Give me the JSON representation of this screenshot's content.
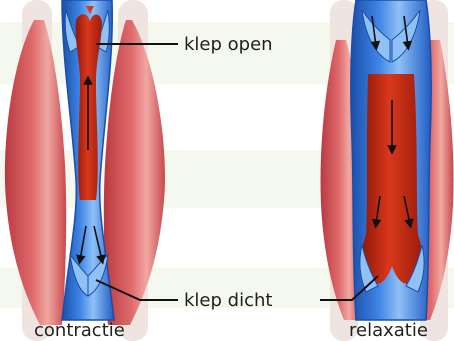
{
  "labels": {
    "valve_open": "klep open",
    "valve_closed": "klep dicht",
    "state_left": "contractie",
    "state_right": "relaxatie"
  },
  "colors": {
    "band": "#f4f8ee",
    "muscle": "#d9555a",
    "muscle_dark": "#b83a40",
    "muscle_light": "#f0a8a2",
    "tendon": "#efe4e0",
    "vein": "#2d6fd8",
    "vein_dark": "#1a4ea8",
    "vein_light": "#8fc0f6",
    "blood": "#c72a14",
    "blood_dark": "#8e1708",
    "arrow": "#111111",
    "leader": "#111111"
  }
}
